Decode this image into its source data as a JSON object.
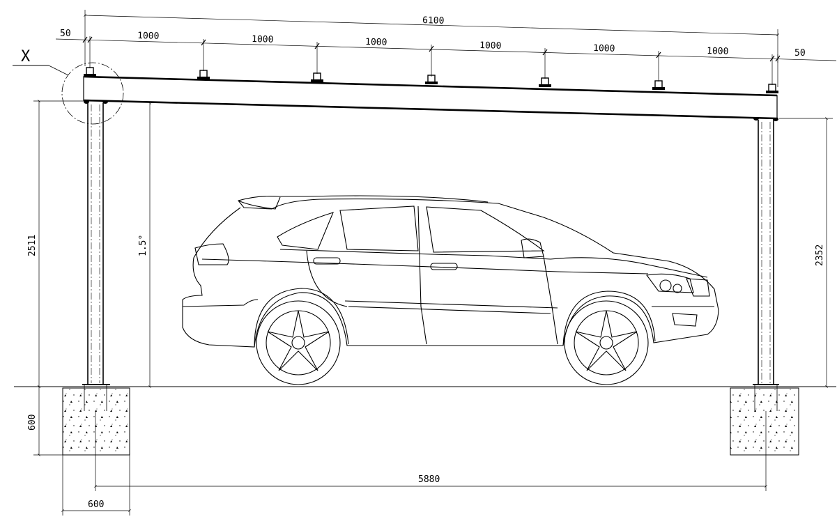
{
  "drawing": {
    "detail_marker": "X",
    "dimensions": {
      "overall_width": "6100",
      "edge_left": "50",
      "edge_right": "50",
      "spacings": [
        "1000",
        "1000",
        "1000",
        "1000",
        "1000",
        "1000"
      ],
      "height_left": "2511",
      "height_right": "2352",
      "slope": "1.5°",
      "foundation_depth": "600",
      "foundation_width": "600",
      "post_span": "5880"
    }
  }
}
